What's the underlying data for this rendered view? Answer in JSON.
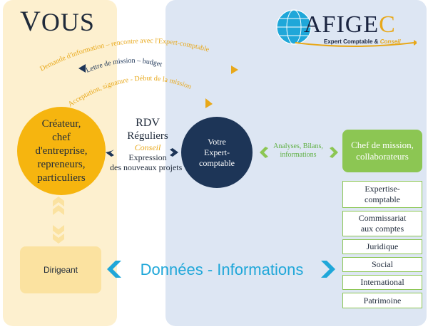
{
  "left_title": {
    "first": "V",
    "rest": "OUS"
  },
  "logo": {
    "name_main": "AFIGE",
    "name_last": "C",
    "tagline": "Expert Comptable & ",
    "tagline_accent": "Conseil"
  },
  "arcs": {
    "demande": "Demande d'information – rencontre avec l'Expert-comptable",
    "lettre": "Lettre de mission – budget",
    "acceptation": "Acceptation, signature - Début de la mission"
  },
  "createur": [
    "Créateur,",
    "chef",
    "d'entreprise,",
    "repreneurs,",
    "particuliers"
  ],
  "rdv": {
    "line1": "RDV",
    "line2": "Réguliers",
    "line3": "Conseil",
    "line4": "Expression",
    "line5": "des nouveaux projets"
  },
  "expert": [
    "Votre",
    "Expert-",
    "comptable"
  ],
  "analyses": [
    "Analyses, Bilans,",
    "informations"
  ],
  "chef": [
    "Chef de mission,",
    "collaborateurs"
  ],
  "services": [
    [
      "Expertise-",
      "comptable"
    ],
    [
      "Commissariat",
      "aux comptes"
    ],
    [
      "Juridique"
    ],
    [
      "Social"
    ],
    [
      "International"
    ],
    [
      "Patrimoine"
    ]
  ],
  "dirigeant": "Dirigeant",
  "donnees": "Données - Informations",
  "colors": {
    "gold": "#f6b50f",
    "navy": "#1d3557",
    "green": "#8cc653",
    "cyan": "#1fa7d9",
    "cream": "#fdf0cf",
    "light_blue": "#dde6f3"
  }
}
